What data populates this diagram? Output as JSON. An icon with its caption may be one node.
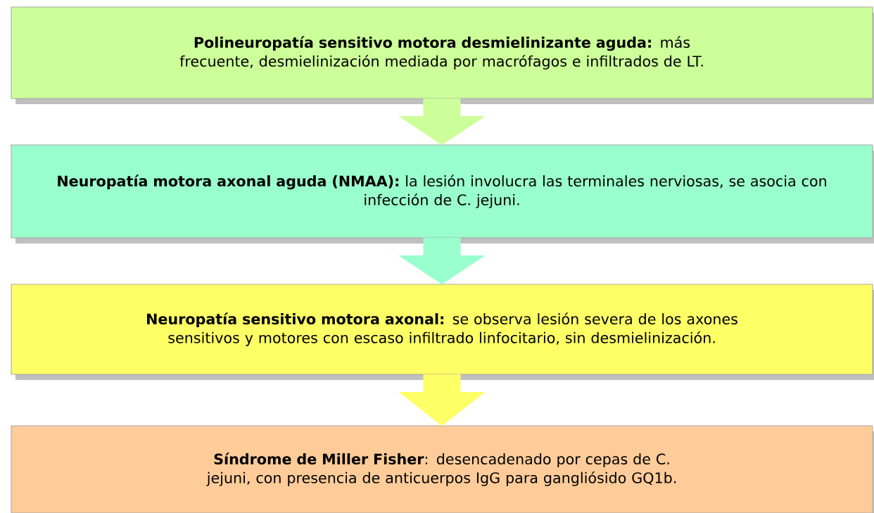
{
  "diagram": {
    "nodes": [
      {
        "text": [
          "**Polineuropatía sensitivo motora desmielinizante aguda:** más frecuente, desmielinización mediada por macrófagos e infiltrados de LT."
        ]
      },
      {
        "text": [
          "**Neuropatía motora axonal aguda (NMAA):** la lesión involucra las terminales nerviosas, se asocia con infección de C. jejuni."
        ]
      },
      {
        "text": [
          "**Neuropatía sensitivo motora axonal:** se observa lesión severa de los axones sensitivos y motores con escaso infiltrado linfocitario, sin desmielinización."
        ]
      },
      {
        "text": [
          "**Síndrome de Miller Fisher**: desencadenado  por cepas de C. jejuni, con presencia de anticuerpos IgG para gangliósido GQ1b."
        ]
      }
    ],
    "edges": [
      {
        "from": 0,
        "to": 1,
        "arrow": "to",
        "color": "#ccff99"
      },
      {
        "from": 1,
        "to": 2,
        "arrow": "to",
        "color": "#99ffcc"
      },
      {
        "from": 2,
        "to": 3,
        "arrow": "to",
        "color": "#ffff66"
      }
    ]
  }
}
